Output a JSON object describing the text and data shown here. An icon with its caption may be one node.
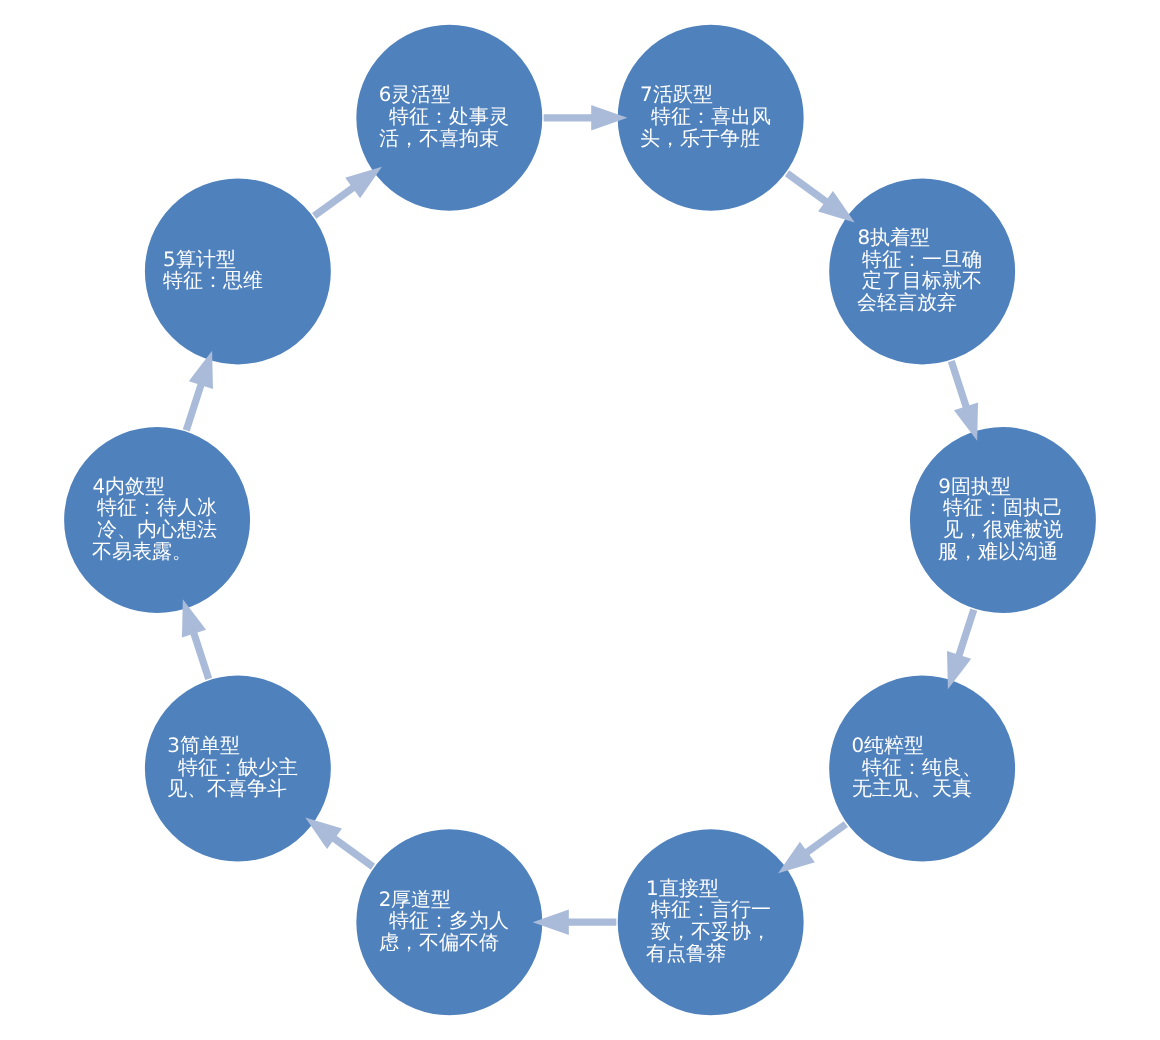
{
  "diagram": {
    "nodes": [
      {
        "text": [
          "0纯粹型",
          "特征：纯良、无主见、天真"
        ]
      },
      {
        "text": [
          "1直接型",
          "特征：言行一致，不妥协，有点鲁莽"
        ]
      },
      {
        "text": [
          "2厚道型",
          "特征：多为人虑，不偏不倚"
        ]
      },
      {
        "text": [
          "3简单型",
          "特征：缺少主见、不喜争斗"
        ]
      },
      {
        "text": [
          "4内敛型",
          "特征：待人冰冷、内心想法不易表露。"
        ]
      },
      {
        "text": [
          "5算计型",
          "特征：思维"
        ]
      },
      {
        "text": [
          "6灵活型",
          "特征：处事灵活，不喜拘束"
        ]
      },
      {
        "text": [
          "7活跃型",
          "特征：喜出风头，乐于争胜"
        ]
      },
      {
        "text": [
          "8执着型",
          "特征：一旦确定了目标就不会轻言放弃"
        ]
      },
      {
        "text": [
          "9固执型",
          "特征：固执己见，很难被说服，难以沟通"
        ]
      }
    ],
    "edges": [
      {
        "from": 0,
        "to": 1,
        "arrow": "to"
      },
      {
        "from": 1,
        "to": 2,
        "arrow": "to"
      },
      {
        "from": 2,
        "to": 3,
        "arrow": "to"
      },
      {
        "from": 3,
        "to": 4,
        "arrow": "to"
      },
      {
        "from": 4,
        "to": 5,
        "arrow": "to"
      },
      {
        "from": 5,
        "to": 6,
        "arrow": "to"
      },
      {
        "from": 6,
        "to": 7,
        "arrow": "to"
      },
      {
        "from": 7,
        "to": 8,
        "arrow": "to"
      },
      {
        "from": 8,
        "to": 9,
        "arrow": "to"
      },
      {
        "from": 9,
        "to": 0,
        "arrow": "to"
      }
    ]
  }
}
